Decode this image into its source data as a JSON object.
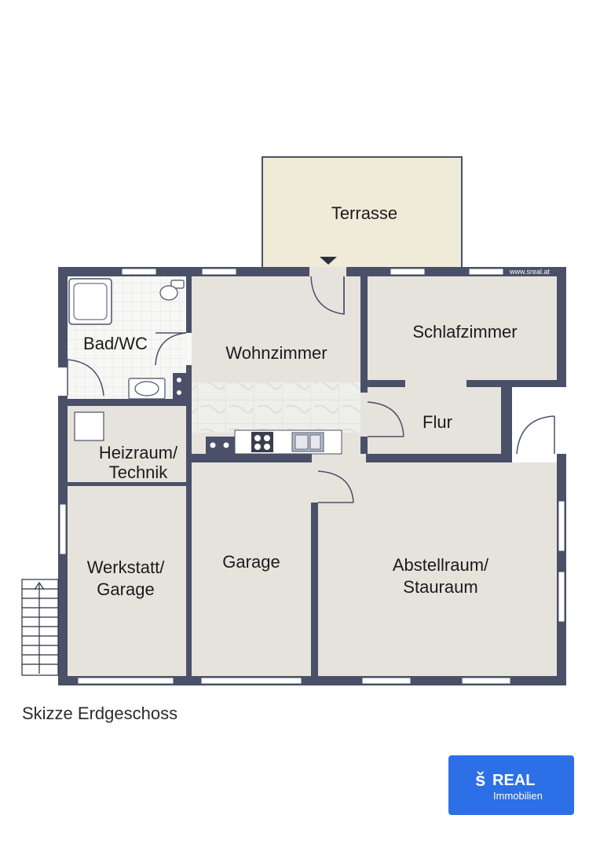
{
  "plan": {
    "watermark": "www.sreal.at",
    "rooms": [
      {
        "id": "terrasse",
        "lines": [
          "Terrasse"
        ]
      },
      {
        "id": "bad",
        "lines": [
          "Bad/WC"
        ]
      },
      {
        "id": "wohnzimmer",
        "lines": [
          "Wohnzimmer"
        ]
      },
      {
        "id": "schlafzimmer",
        "lines": [
          "Schlafzimmer"
        ]
      },
      {
        "id": "flur",
        "lines": [
          "Flur"
        ]
      },
      {
        "id": "heizraum",
        "lines": [
          "Heizraum/",
          "Technik"
        ]
      },
      {
        "id": "werkstatt",
        "lines": [
          "Werkstatt/",
          "Garage"
        ]
      },
      {
        "id": "garage",
        "lines": [
          "Garage"
        ]
      },
      {
        "id": "abstellraum",
        "lines": [
          "Abstellraum/",
          "Stauraum"
        ]
      }
    ]
  },
  "caption": "Skizze Erdgeschoss",
  "logo": {
    "mark": "š",
    "brand": "REAL",
    "sub": "Immobilien"
  },
  "colors": {
    "wall": "#4a5068",
    "floor": "#e6e3dd",
    "terrace": "#f0ebd9",
    "tile": "#f6f6f4",
    "brand_blue": "#2d6fe6"
  }
}
